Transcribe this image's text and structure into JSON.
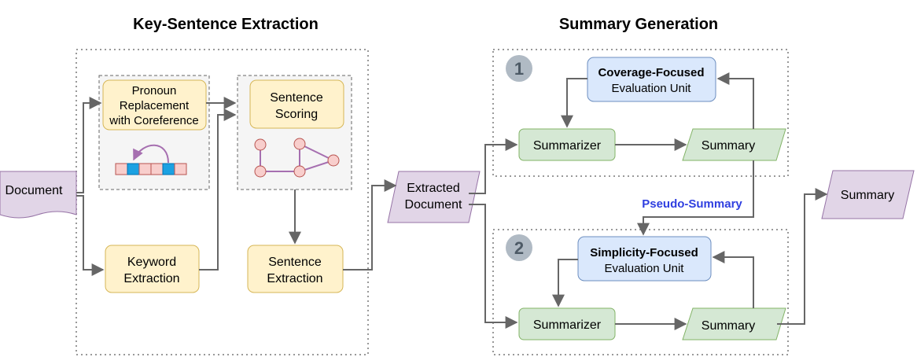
{
  "titles": {
    "left": "Key-Sentence Extraction",
    "right": "Summary Generation"
  },
  "left": {
    "document": "Document",
    "pronoun_box": [
      "Pronoun",
      "Replacement",
      "with Coreference"
    ],
    "sentence_scoring": [
      "Sentence",
      "Scoring"
    ],
    "keyword_extraction": [
      "Keyword",
      "Extraction"
    ],
    "sentence_extraction": [
      "Sentence",
      "Extraction"
    ]
  },
  "middle": {
    "extracted_document": [
      "Extracted",
      "Document"
    ]
  },
  "right": {
    "step1": {
      "badge": "1",
      "eval_title": "Coverage-Focused",
      "eval_sub": "Evaluation Unit",
      "summarizer": "Summarizer",
      "summary": "Summary"
    },
    "pseudo_summary": "Pseudo-Summary",
    "step2": {
      "badge": "2",
      "eval_title": "Simplicity-Focused",
      "eval_sub": "Evaluation Unit",
      "summarizer": "Summarizer",
      "summary": "Summary"
    },
    "final_summary": "Summary"
  },
  "colors": {
    "yellow_fill": "#fff2cc",
    "yellow_stroke": "#d6b656",
    "green_fill": "#d5e8d4",
    "green_stroke": "#82b366",
    "blue_fill": "#dae8fc",
    "blue_stroke": "#6c8ebf",
    "purple_fill": "#e1d5e7",
    "purple_stroke": "#9673a6",
    "graph_node_fill": "#f8cecc",
    "graph_node_stroke": "#b85450",
    "graph_edge": "#a66fb0",
    "cell_pink": "#f8cecc",
    "cell_blue": "#1ba1e2",
    "pseudo_text": "#2f3fe0"
  }
}
